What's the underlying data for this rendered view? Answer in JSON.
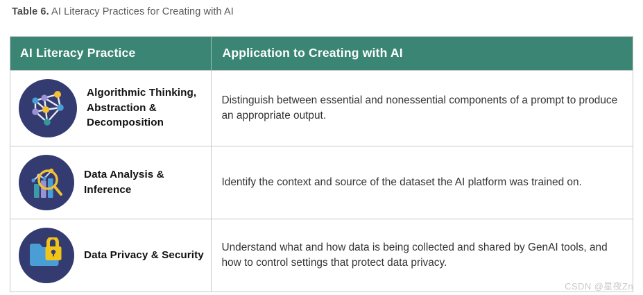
{
  "caption": {
    "label": "Table 6.",
    "text": " AI Literacy Practices for Creating with AI"
  },
  "table": {
    "headers": {
      "practice": "AI Literacy Practice",
      "application": "Application to Creating with AI"
    },
    "header_bg": "#3a8573",
    "header_text_color": "#ffffff",
    "border_color": "#c8c9ca",
    "icon_circle_color": "#333b71",
    "rows": [
      {
        "icon": "network-graph-icon",
        "practice": "Algorithmic Thinking, Abstraction & Decomposition",
        "application": "Distinguish between essential and nonessential components of a prompt to produce an appropriate output."
      },
      {
        "icon": "bar-chart-magnifier-icon",
        "practice": "Data Analysis & Inference",
        "application": "Identify the context and source of the dataset the AI platform was trained on."
      },
      {
        "icon": "folder-lock-icon",
        "practice": "Data Privacy & Security",
        "application": "Understand what and how data is being collected and shared by GenAI tools, and how to control settings that protect data privacy."
      }
    ]
  },
  "watermark": {
    "text": "CSDN @星夜Zn"
  },
  "palette": {
    "teal_header": "#3a8573",
    "navy_circle": "#333b71",
    "node_yellow": "#f2c230",
    "node_blue": "#4a9ed6",
    "node_purple": "#9a92d6",
    "node_teal": "#2f9a9a",
    "folder_blue": "#4a9ed6",
    "lock_yellow": "#f0c419"
  }
}
